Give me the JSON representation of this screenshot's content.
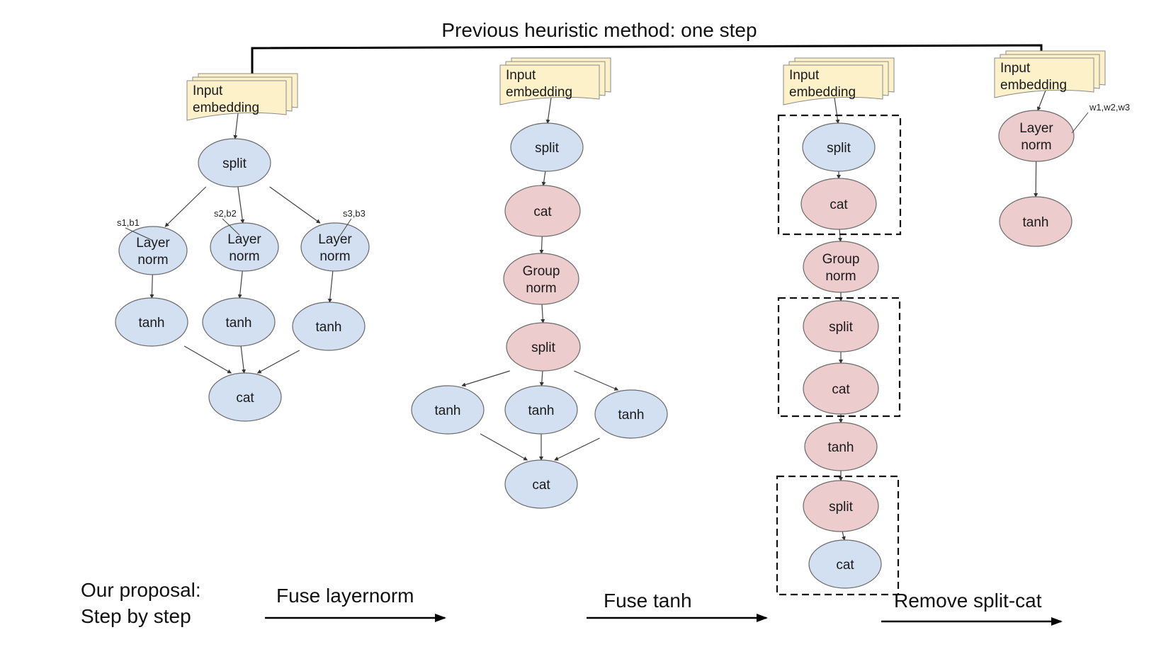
{
  "title": "Previous heuristic method: one step",
  "colors": {
    "blue_fill": "#d3e0f1",
    "pink_fill": "#eccccd",
    "doc_fill": "#fdf1c9",
    "stroke": "#6b6b6b",
    "text": "#1a1a1a"
  },
  "bottom": {
    "proposal_line1": "Our proposal:",
    "proposal_line2": "Step by step",
    "step1_label": "Fuse layernorm",
    "step2_label": "Fuse tanh",
    "step3_label": "Remove split-cat"
  },
  "panels": [
    {
      "name": "original",
      "input": [
        "Input",
        "embedding"
      ],
      "nodes": [
        {
          "id": "split",
          "lines": [
            "split"
          ],
          "color": "blue"
        },
        {
          "id": "ln1",
          "lines": [
            "Layer",
            "norm"
          ],
          "color": "blue",
          "annotation": "s1,b1"
        },
        {
          "id": "ln2",
          "lines": [
            "Layer",
            "norm"
          ],
          "color": "blue",
          "annotation": "s2,b2"
        },
        {
          "id": "ln3",
          "lines": [
            "Layer",
            "norm"
          ],
          "color": "blue",
          "annotation": "s3,b3"
        },
        {
          "id": "t1",
          "lines": [
            "tanh"
          ],
          "color": "blue"
        },
        {
          "id": "t2",
          "lines": [
            "tanh"
          ],
          "color": "blue"
        },
        {
          "id": "t3",
          "lines": [
            "tanh"
          ],
          "color": "blue"
        },
        {
          "id": "cat",
          "lines": [
            "cat"
          ],
          "color": "blue"
        }
      ]
    },
    {
      "name": "fused-layernorm",
      "input": [
        "Input",
        "embedding"
      ],
      "nodes": [
        {
          "id": "split",
          "lines": [
            "split"
          ],
          "color": "blue"
        },
        {
          "id": "cat",
          "lines": [
            "cat"
          ],
          "color": "pink"
        },
        {
          "id": "gn",
          "lines": [
            "Group",
            "norm"
          ],
          "color": "pink"
        },
        {
          "id": "split2",
          "lines": [
            "split"
          ],
          "color": "pink"
        },
        {
          "id": "t1",
          "lines": [
            "tanh"
          ],
          "color": "blue"
        },
        {
          "id": "t2",
          "lines": [
            "tanh"
          ],
          "color": "blue"
        },
        {
          "id": "t3",
          "lines": [
            "tanh"
          ],
          "color": "blue"
        },
        {
          "id": "cat2",
          "lines": [
            "cat"
          ],
          "color": "blue"
        }
      ]
    },
    {
      "name": "fused-tanh",
      "input": [
        "Input",
        "embedding"
      ],
      "nodes": [
        {
          "id": "split",
          "lines": [
            "split"
          ],
          "color": "blue"
        },
        {
          "id": "cat",
          "lines": [
            "cat"
          ],
          "color": "pink"
        },
        {
          "id": "gn",
          "lines": [
            "Group",
            "norm"
          ],
          "color": "pink"
        },
        {
          "id": "split2",
          "lines": [
            "split"
          ],
          "color": "pink"
        },
        {
          "id": "cat2",
          "lines": [
            "cat"
          ],
          "color": "pink"
        },
        {
          "id": "tanh",
          "lines": [
            "tanh"
          ],
          "color": "pink"
        },
        {
          "id": "split3",
          "lines": [
            "split"
          ],
          "color": "pink"
        },
        {
          "id": "cat3",
          "lines": [
            "cat"
          ],
          "color": "blue"
        }
      ]
    },
    {
      "name": "final",
      "input": [
        "Input",
        "embedding"
      ],
      "nodes": [
        {
          "id": "ln",
          "lines": [
            "Layer",
            "norm"
          ],
          "color": "pink",
          "annotation": "w1,w2,w3"
        },
        {
          "id": "tanh",
          "lines": [
            "tanh"
          ],
          "color": "pink"
        }
      ]
    }
  ]
}
